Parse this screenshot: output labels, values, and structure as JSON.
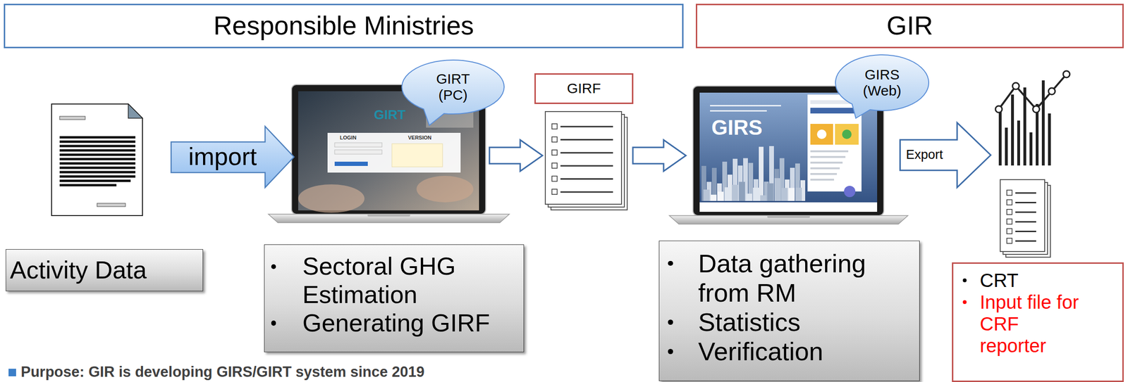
{
  "diagram": {
    "nodes": [
      {
        "text": [
          "Responsible Ministries"
        ]
      },
      {
        "text": [
          "GIR"
        ]
      },
      {
        "text": [
          "import"
        ]
      },
      {
        "text": [
          "GIRT (PC)"
        ]
      },
      {
        "text": [
          "GIRF"
        ]
      },
      {
        "text": [
          "GIRS (Web)"
        ]
      },
      {
        "text": [
          "Export"
        ]
      },
      {
        "text": [
          "Activity Data"
        ]
      },
      {
        "text": [
          "Sectoral GHG Estimation",
          "Generating GIRF"
        ]
      },
      {
        "text": [
          "Data gathering from RM",
          "Statistics",
          "Verification"
        ]
      },
      {
        "text": [
          "CRT",
          "Input file for CRF reporter"
        ]
      }
    ],
    "labels": [
      "GIRT",
      "LOGIN",
      "VERSION",
      "GIRS",
      "Purpose: GIR is developing GIRS/GIRT system since 2019"
    ]
  }
}
